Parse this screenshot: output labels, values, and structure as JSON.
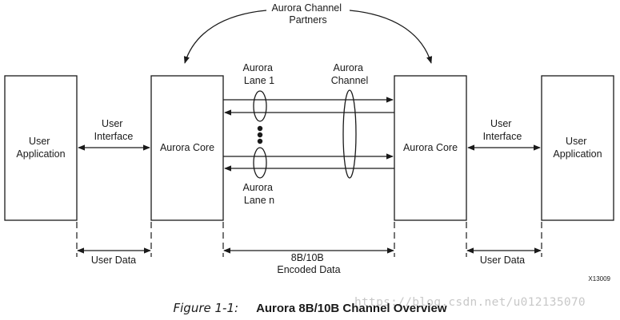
{
  "boxes": {
    "user_app_left": [
      "User",
      "Application"
    ],
    "aurora_core_left": "Aurora Core",
    "aurora_core_right": "Aurora Core",
    "user_app_right": [
      "User",
      "Application"
    ]
  },
  "labels": {
    "partners": [
      "Aurora Channel",
      "Partners"
    ],
    "user_interface_left": [
      "User",
      "Interface"
    ],
    "user_interface_right": [
      "User",
      "Interface"
    ],
    "lane1": [
      "Aurora",
      "Lane 1"
    ],
    "lanen": [
      "Aurora",
      "Lane n"
    ],
    "channel": [
      "Aurora",
      "Channel"
    ],
    "user_data_left": "User Data",
    "user_data_right": "User Data",
    "encoded": [
      "8B/10B",
      "Encoded Data"
    ],
    "code": "X13009"
  },
  "caption": {
    "figure": "Figure 1-1:",
    "title": "Aurora 8B/10B Channel Overview"
  },
  "watermark": "https://blog.csdn.net/u012135070"
}
